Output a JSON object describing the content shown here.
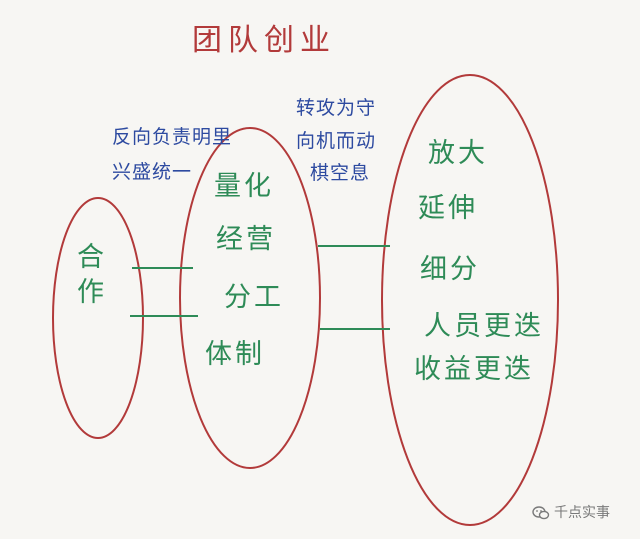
{
  "title": "团队创业",
  "left_ellipse": {
    "label": "合作"
  },
  "middle_ellipse": {
    "annotation": [
      "反向负责明里",
      "兴盛统一"
    ],
    "items": [
      "量化",
      "经营",
      "分工",
      "体制"
    ]
  },
  "right_ellipse": {
    "annotation": [
      "转攻为守",
      "向机而动",
      "棋空息"
    ],
    "items": [
      "放大",
      "延伸",
      "细分",
      "人员更迭",
      "收益更迭"
    ]
  },
  "watermark": {
    "text": "千点实事",
    "icon": "wechat-icon"
  },
  "colors": {
    "ellipse": "#b23a3a",
    "connector": "#2e8b57",
    "green_text": "#2e8b57",
    "blue_text": "#2d4aa0",
    "title": "#b23a3a"
  }
}
